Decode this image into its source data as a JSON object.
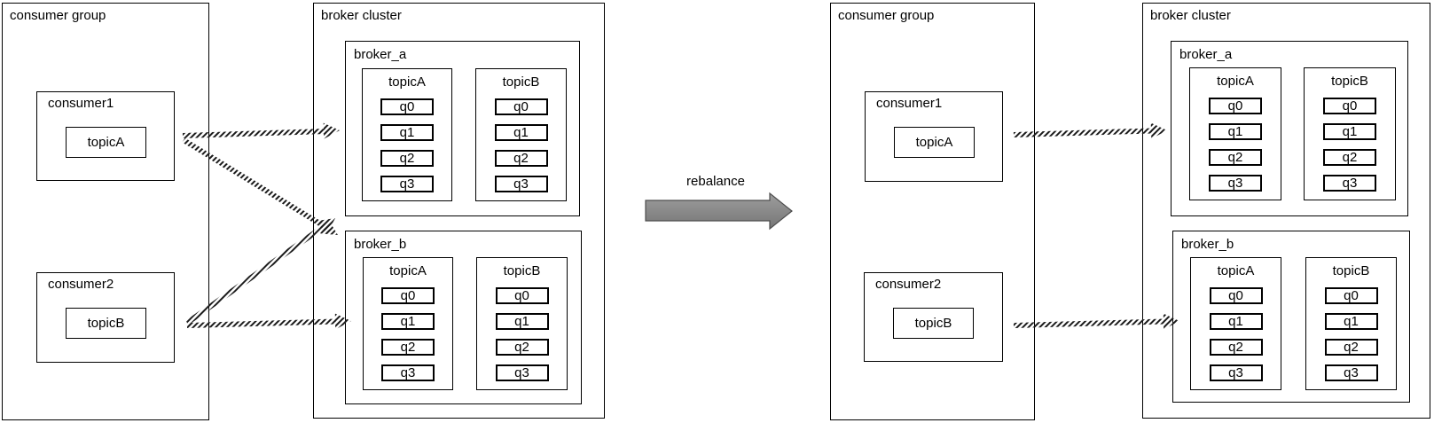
{
  "diagram": {
    "before": {
      "consumer_group": {
        "title": "consumer group",
        "consumers": [
          {
            "name": "consumer1",
            "topic": "topicA"
          },
          {
            "name": "consumer2",
            "topic": "topicB"
          }
        ]
      },
      "broker_cluster": {
        "title": "broker cluster",
        "brokers": [
          {
            "name": "broker_a",
            "topics": [
              {
                "name": "topicA",
                "queues": [
                  "q0",
                  "q1",
                  "q2",
                  "q3"
                ]
              },
              {
                "name": "topicB",
                "queues": [
                  "q0",
                  "q1",
                  "q2",
                  "q3"
                ]
              }
            ]
          },
          {
            "name": "broker_b",
            "topics": [
              {
                "name": "topicA",
                "queues": [
                  "q0",
                  "q1",
                  "q2",
                  "q3"
                ]
              },
              {
                "name": "topicB",
                "queues": [
                  "q0",
                  "q1",
                  "q2",
                  "q3"
                ]
              }
            ]
          }
        ]
      },
      "connections": [
        {
          "from": "consumer1",
          "to": "broker_a"
        },
        {
          "from": "consumer1",
          "to": "broker_b"
        },
        {
          "from": "consumer2",
          "to": "broker_a"
        },
        {
          "from": "consumer2",
          "to": "broker_b"
        }
      ]
    },
    "transition": {
      "label": "rebalance"
    },
    "after": {
      "consumer_group": {
        "title": "consumer group",
        "consumers": [
          {
            "name": "consumer1",
            "topic": "topicA"
          },
          {
            "name": "consumer2",
            "topic": "topicB"
          }
        ]
      },
      "broker_cluster": {
        "title": "broker cluster",
        "brokers": [
          {
            "name": "broker_a",
            "topics": [
              {
                "name": "topicA",
                "queues": [
                  "q0",
                  "q1",
                  "q2",
                  "q3"
                ]
              },
              {
                "name": "topicB",
                "queues": [
                  "q0",
                  "q1",
                  "q2",
                  "q3"
                ]
              }
            ]
          },
          {
            "name": "broker_b",
            "topics": [
              {
                "name": "topicA",
                "queues": [
                  "q0",
                  "q1",
                  "q2",
                  "q3"
                ]
              },
              {
                "name": "topicB",
                "queues": [
                  "q0",
                  "q1",
                  "q2",
                  "q3"
                ]
              }
            ]
          }
        ]
      },
      "connections": [
        {
          "from": "consumer1",
          "to": "broker_a"
        },
        {
          "from": "consumer2",
          "to": "broker_b"
        }
      ]
    }
  },
  "colors": {
    "line": "#000000",
    "box_border": "#000000",
    "background": "#ffffff",
    "block_arrow_fill": "#8a8a8a",
    "block_arrow_border": "#4d4d4d"
  }
}
